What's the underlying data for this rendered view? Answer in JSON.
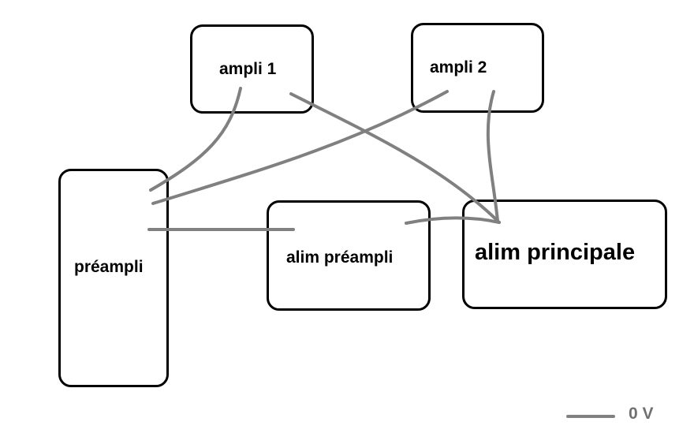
{
  "diagram": {
    "boxes": {
      "ampli1": {
        "label": "ampli 1"
      },
      "ampli2": {
        "label": "ampli 2"
      },
      "preampli": {
        "label": "préampli"
      },
      "alim_preampli": {
        "label": "alim préampli"
      },
      "alim_principale": {
        "label": "alim principale"
      }
    },
    "connections": [
      {
        "from": "ampli1",
        "to": "preampli"
      },
      {
        "from": "ampli2",
        "to": "preampli"
      },
      {
        "from": "ampli1",
        "to": "alim_principale"
      },
      {
        "from": "ampli2",
        "to": "alim_principale"
      },
      {
        "from": "preampli",
        "to": "alim_preampli"
      },
      {
        "from": "alim_preampli",
        "to": "alim_principale"
      }
    ],
    "colors": {
      "wire": "#808080",
      "box_border": "#000000",
      "text": "#000000",
      "legend_text": "#707070"
    }
  },
  "legend": {
    "label": "0 V",
    "swatch": "0V-wire"
  }
}
